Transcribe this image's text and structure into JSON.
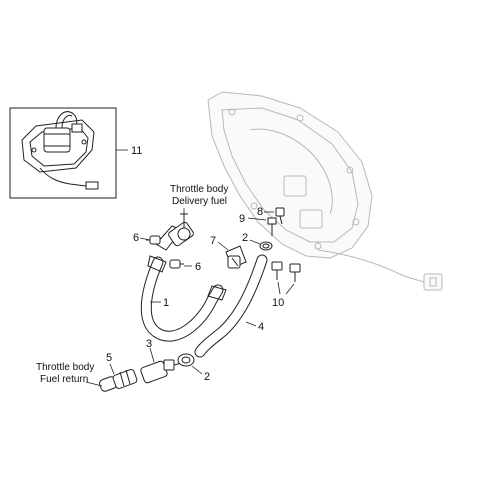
{
  "callouts": {
    "n1": "1",
    "n2a": "2",
    "n2b": "2",
    "n3": "3",
    "n4": "4",
    "n5": "5",
    "n6a": "6",
    "n6b": "6",
    "n7": "7",
    "n8": "8",
    "n9": "9",
    "n10": "10",
    "n11": "11"
  },
  "notes": {
    "delivery_line1": "Throttle body",
    "delivery_line2": "Delivery fuel",
    "return_line1": "Throttle body",
    "return_line2": "Fuel return"
  }
}
